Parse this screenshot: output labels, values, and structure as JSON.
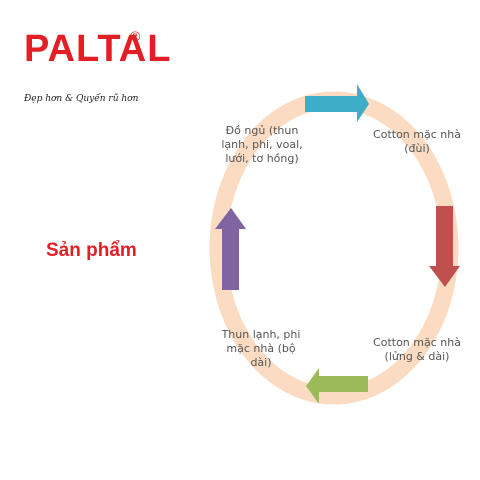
{
  "brand": {
    "name": "PALTAL",
    "registered_mark": "®",
    "tagline": "Đẹp hơn & Quyến rũ hơn"
  },
  "section_title": "Sản phẩm",
  "cycle": {
    "ring_color": "#fbdcc3",
    "items": [
      {
        "label_lines": [
          "Cotton mặc nhà",
          "(đùi)"
        ],
        "arrow_color": "#3daec6"
      },
      {
        "label_lines": [
          "Cotton mặc nhà",
          "(lửng & dài)"
        ],
        "arrow_color": "#c0504d"
      },
      {
        "label_lines": [
          "Thun lạnh, phi",
          "mặc nhà (bộ",
          "dài)"
        ],
        "arrow_color": "#9bbb59"
      },
      {
        "label_lines": [
          "Đồ ngủ (thun",
          "lạnh, phi, voal,",
          "lưới, tơ hồng)"
        ],
        "arrow_color": "#8064a2"
      }
    ]
  }
}
